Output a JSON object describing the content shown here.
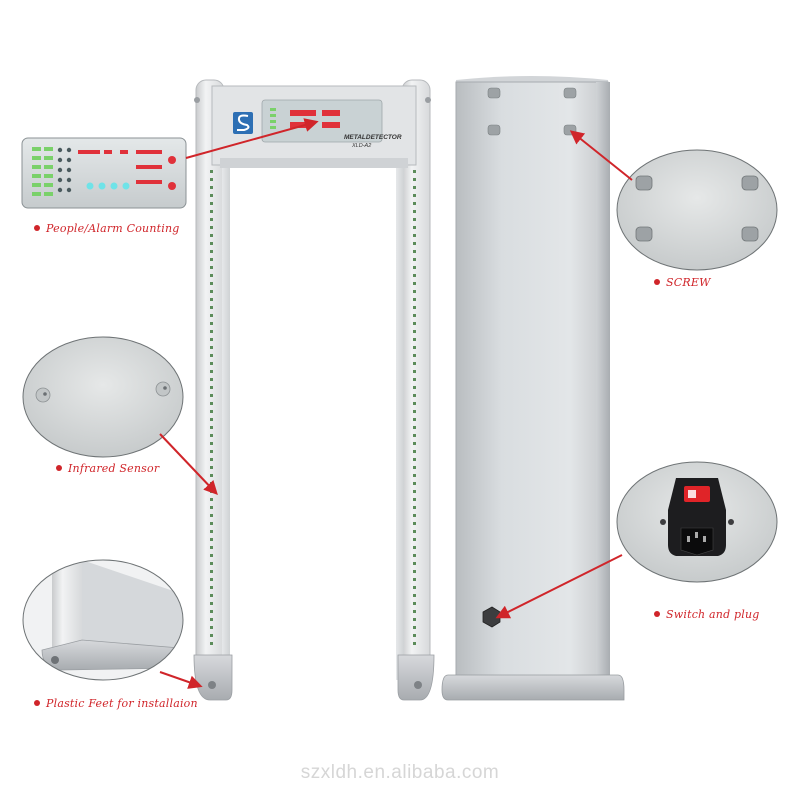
{
  "product": {
    "brand_text": "METALDETECTOR",
    "model_text": "XLD-A2",
    "panel_model_text": "XLD-A2"
  },
  "callouts": {
    "counting": "People/Alarm Counting",
    "screw": "SCREW",
    "infrared": "Infrared Sensor",
    "switch": "Switch and plug",
    "feet": "Plastic Feet for installaion"
  },
  "watermark": "szxldh.en.alibaba.com",
  "colors": {
    "accent": "#d0252a",
    "panel": "#d9dee0",
    "frame": "#e7e8ea",
    "led_green": "#7ad16a",
    "display_red": "#e0313a",
    "keypad_cyan": "#6fe3e8"
  },
  "icons": {
    "logo": "s-shield-logo-icon",
    "switch": "rocker-switch-icon",
    "plug": "iec-power-socket-icon"
  }
}
